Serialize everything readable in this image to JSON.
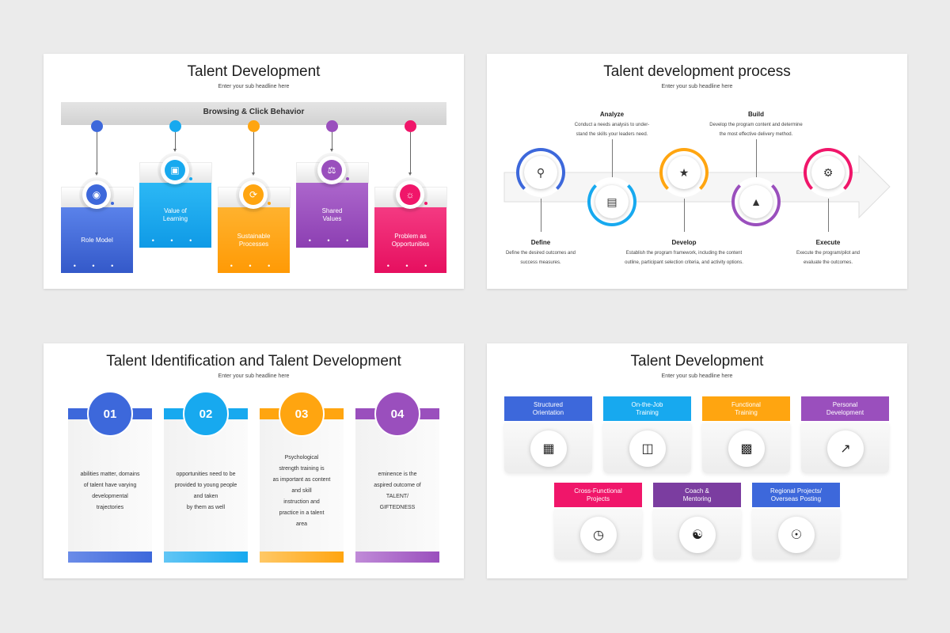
{
  "colors": {
    "blue": "#3d68db",
    "cyan": "#17a9ef",
    "orange": "#ffa510",
    "purple": "#9a4fbd",
    "pink": "#f0166a",
    "dark_purple": "#7b3da0"
  },
  "slide1": {
    "title": "Talent Development",
    "subtitle": "Enter your sub headline here",
    "banner": "Browsing & Click Behavior",
    "cards": [
      {
        "label": "Role Model",
        "icon": "user-pin-icon",
        "dots": "• • •"
      },
      {
        "label": "Value of Learning",
        "icon": "book-icon",
        "dots": "• • •"
      },
      {
        "label": "Sustainable Processes",
        "icon": "cycle-icon",
        "dots": "• • •"
      },
      {
        "label": "Shared Values",
        "icon": "people-icon",
        "dots": "• • •"
      },
      {
        "label": "Problem as Opportunities",
        "icon": "bulb-icon",
        "dots": "• • •"
      }
    ]
  },
  "slide2": {
    "title": "Talent development process",
    "subtitle": "Enter your sub headline here",
    "steps": [
      {
        "title": "Define",
        "desc_line1": "Define the desired outcomes and",
        "desc_line2": "success measures.",
        "icon": "search-document-icon"
      },
      {
        "title": "Analyze",
        "desc_line1": "Conduct a needs analysis to under-",
        "desc_line2": "stand the skills your leaders need.",
        "icon": "chart-analysis-icon"
      },
      {
        "title": "Develop",
        "desc_line1": "Establish the program framework, including the content",
        "desc_line2": "outline, participant selection criteria, and activity options.",
        "icon": "growth-icon"
      },
      {
        "title": "Build",
        "desc_line1": "Develop the program content and determine",
        "desc_line2": "the most effective delivery method.",
        "icon": "crane-icon"
      },
      {
        "title": "Execute",
        "desc_line1": "Execute the program/pilot and",
        "desc_line2": "evaluate the outcomes.",
        "icon": "server-gear-icon"
      }
    ]
  },
  "slide3": {
    "title": "Talent Identification and Talent Development",
    "subtitle": "Enter your sub headline here",
    "columns": [
      {
        "num": "01",
        "lines": [
          "abilities matter, domains",
          "of talent have varying",
          "developmental",
          "trajectories"
        ]
      },
      {
        "num": "02",
        "lines": [
          "opportunities need to be",
          "provided to young people",
          "and taken",
          "by them as well"
        ]
      },
      {
        "num": "03",
        "lines": [
          "Psychological",
          "strength training is",
          "as important as content",
          "and skill",
          "instruction and",
          "practice in a talent",
          "area"
        ]
      },
      {
        "num": "04",
        "lines": [
          "eminence is the",
          "aspired outcome of",
          "TALENT/",
          "GIFTEDNESS"
        ]
      }
    ]
  },
  "slide4": {
    "title": "Talent Development",
    "subtitle": "Enter your sub headline here",
    "items": [
      {
        "line1": "Structured",
        "line2": "Orientation",
        "icon": "org-chart-icon"
      },
      {
        "line1": "On-the-Job",
        "line2": "Training",
        "icon": "presentation-board-icon"
      },
      {
        "line1": "Functional",
        "line2": "Training",
        "icon": "classroom-icon"
      },
      {
        "line1": "Personal",
        "line2": "Development",
        "icon": "growth-arrow-icon"
      },
      {
        "line1": "Cross-Functional",
        "line2": "Projects",
        "icon": "network-clock-icon"
      },
      {
        "line1": "Coach &",
        "line2": "Mentoring",
        "icon": "mentoring-icon"
      },
      {
        "line1": "Regional Projects/",
        "line2": "Overseas Posting",
        "icon": "location-network-icon"
      }
    ]
  }
}
